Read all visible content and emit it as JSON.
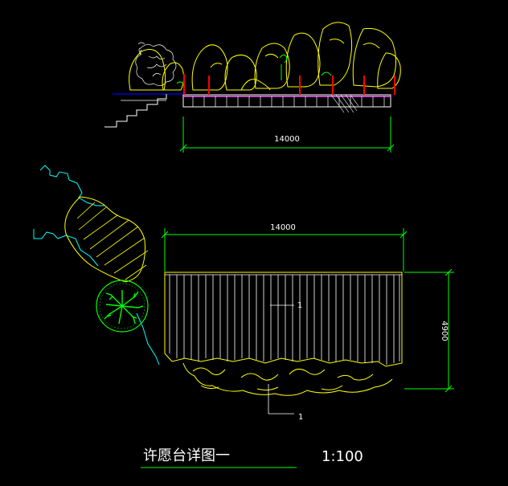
{
  "elevation": {
    "dimension_label": "14000"
  },
  "plan": {
    "top_dimension_label": "14000",
    "side_dimension_label": "4900",
    "leader_tag_upper": "1",
    "leader_tag_lower": "1"
  },
  "title_block": {
    "title": "许愿台详图一",
    "scale": "1:100"
  },
  "colors": {
    "background": "#000000",
    "yellow": "#ffff00",
    "green": "#00ff00",
    "cyan": "#00ffff",
    "white": "#ffffff",
    "red": "#ff0000",
    "magenta": "#ff66ff",
    "blue": "#0000ff"
  }
}
